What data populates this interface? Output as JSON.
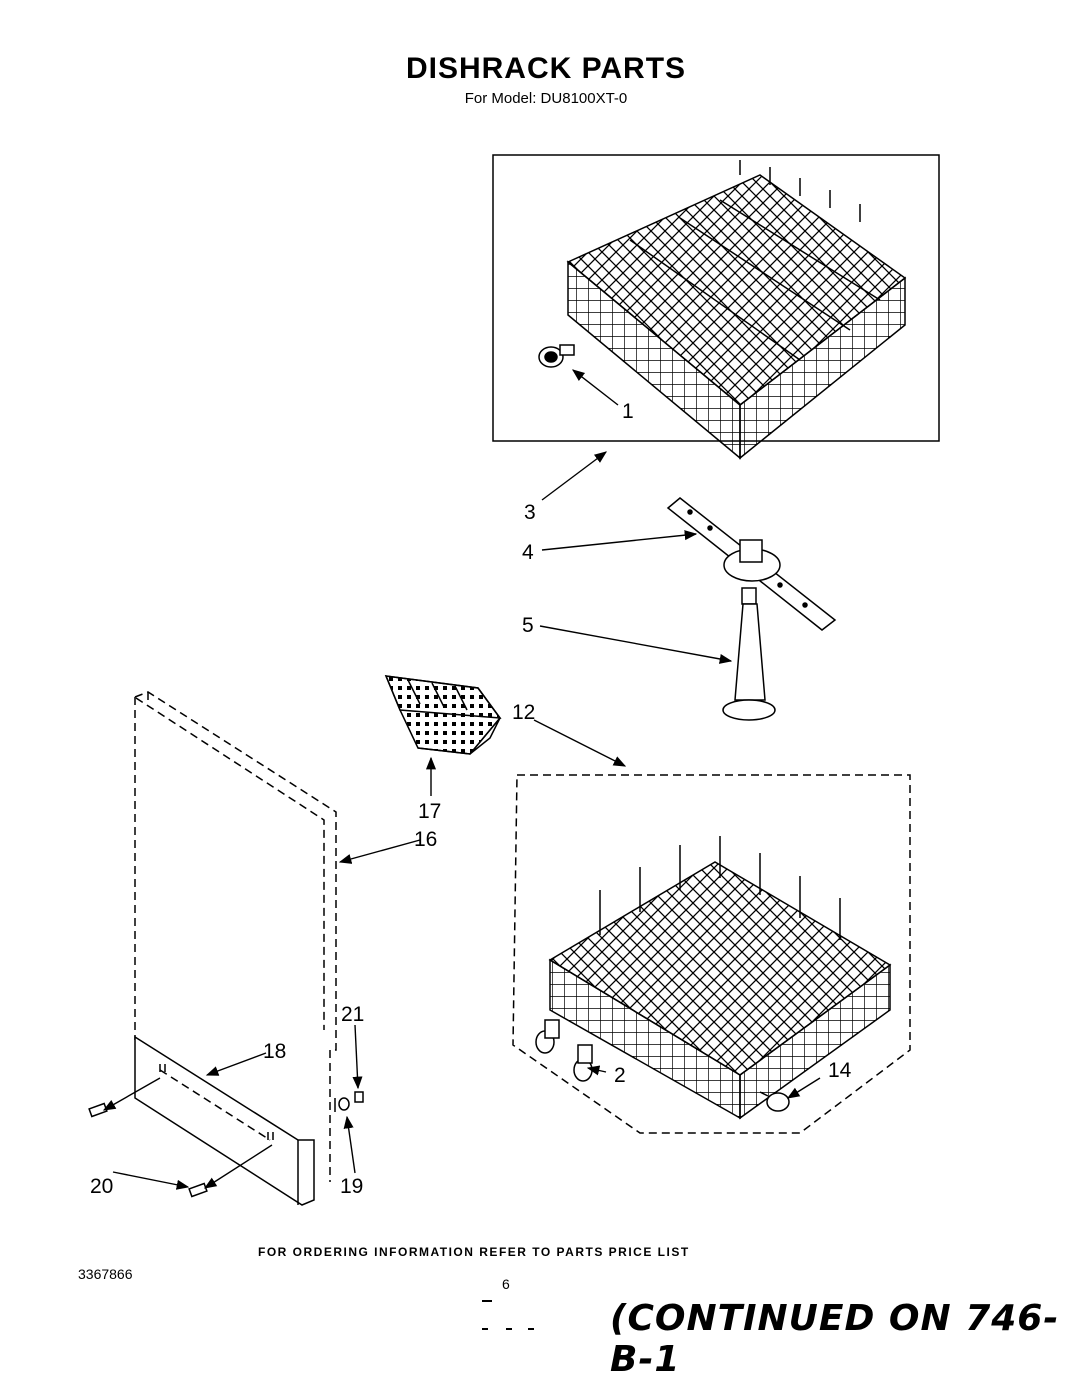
{
  "header": {
    "title": "DISHRACK PARTS",
    "subtitle": "For Model: DU8100XT-0"
  },
  "callouts": [
    {
      "id": "c1",
      "label": "1"
    },
    {
      "id": "c2",
      "label": "2"
    },
    {
      "id": "c3",
      "label": "3"
    },
    {
      "id": "c4",
      "label": "4"
    },
    {
      "id": "c5",
      "label": "5"
    },
    {
      "id": "c12",
      "label": "12"
    },
    {
      "id": "c14",
      "label": "14"
    },
    {
      "id": "c16",
      "label": "16"
    },
    {
      "id": "c17",
      "label": "17"
    },
    {
      "id": "c18",
      "label": "18"
    },
    {
      "id": "c19",
      "label": "19"
    },
    {
      "id": "c20",
      "label": "20"
    },
    {
      "id": "c21",
      "label": "21"
    }
  ],
  "footer": {
    "ordering_note": "FOR ORDERING INFORMATION REFER TO PARTS PRICE LIST",
    "doc_number": "3367866",
    "page_number": "6",
    "continued": "(CONTINUED ON 746-B-1"
  }
}
